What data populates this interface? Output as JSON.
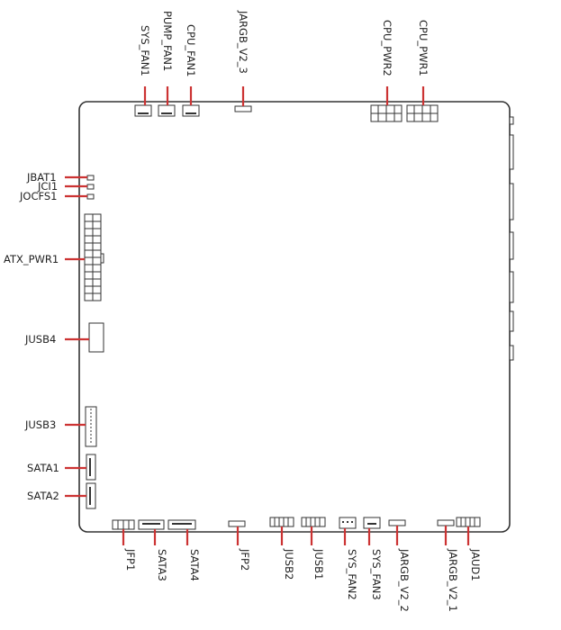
{
  "top_labels": {
    "sys_fan1": "SYS_FAN1",
    "pump_fan1": "PUMP_FAN1",
    "cpu_fan1": "CPU_FAN1",
    "jargb_v2_3": "JARGB_V2_3",
    "cpu_pwr2": "CPU_PWR2",
    "cpu_pwr1": "CPU_PWR1"
  },
  "left_labels": {
    "jbat1": "JBAT1",
    "jci1": "JCI1",
    "jocfs1": "JOCFS1",
    "atx_pwr1": "ATX_PWR1",
    "jusb4": "JUSB4",
    "jusb3": "JUSB3",
    "sata1": "SATA1",
    "sata2": "SATA2"
  },
  "bottom_labels": {
    "jfp1": "JFP1",
    "sata3": "SATA3",
    "sata4": "SATA4",
    "jfp2": "JFP2",
    "jusb2": "JUSB2",
    "jusb1": "JUSB1",
    "sys_fan2": "SYS_FAN2",
    "sys_fan3": "SYS_FAN3",
    "jargb_v2_2": "JARGB_V2_2",
    "jargb_v2_1": "JARGB_V2_1",
    "jaud1": "JAUD1"
  },
  "colors": {
    "leader": "#cc3333",
    "outline": "#333333",
    "text": "#222222"
  }
}
